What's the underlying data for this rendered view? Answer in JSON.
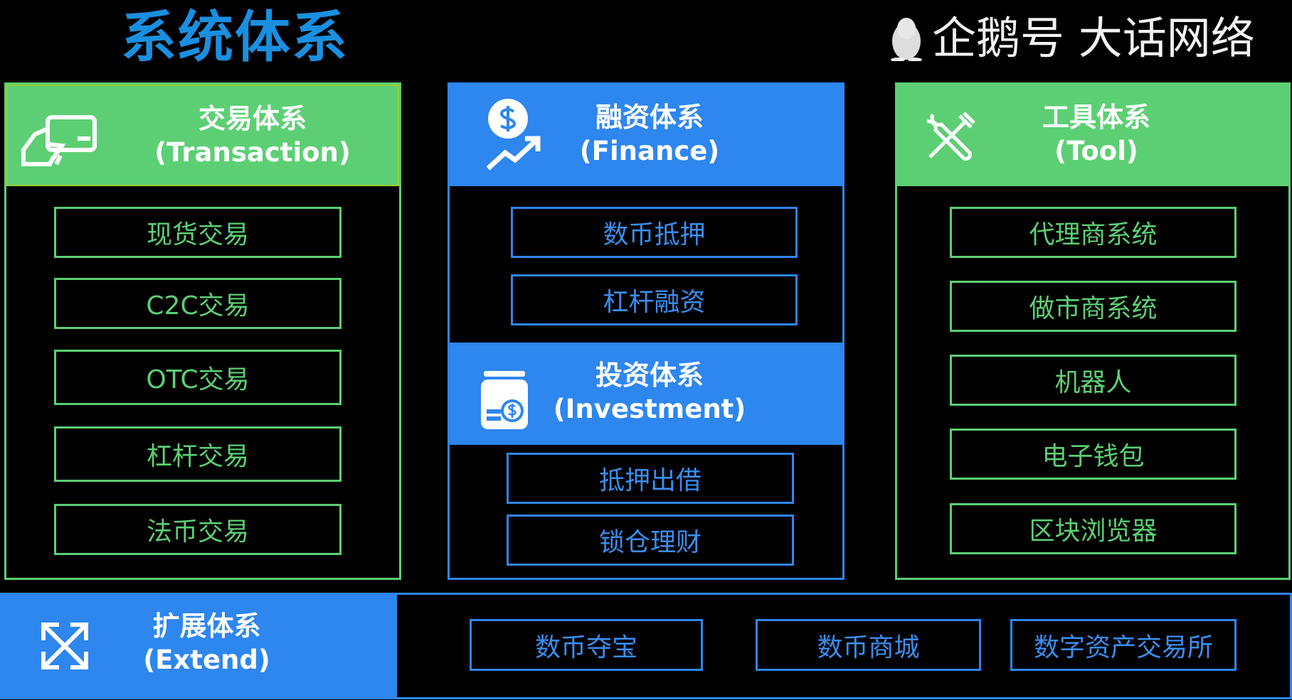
{
  "title": "系统体系",
  "colors": {
    "green": "#5ccf74",
    "blue": "#2e86ef",
    "title": "#1a8fe0"
  },
  "transaction": {
    "title_zh": "交易体系",
    "title_en": "(Transaction)",
    "icon": "card-in-hand-icon",
    "items": [
      "现货交易",
      "C2C交易",
      "OTC交易",
      "杠杆交易",
      "法币交易"
    ]
  },
  "finance": {
    "title_zh": "融资体系",
    "title_en": "(Finance)",
    "icon": "dollar-growth-icon",
    "items": [
      "数币抵押",
      "杠杆融资"
    ]
  },
  "investment": {
    "title_zh": "投资体系",
    "title_en": "(Investment)",
    "icon": "coin-jar-icon",
    "items": [
      "抵押出借",
      "锁仓理财"
    ]
  },
  "tool": {
    "title_zh": "工具体系",
    "title_en": "(Tool)",
    "icon": "tools-icon",
    "items": [
      "代理商系统",
      "做市商系统",
      "机器人",
      "电子钱包",
      "区块浏览器"
    ]
  },
  "extend": {
    "title_zh": "扩展体系",
    "title_en": "(Extend)",
    "icon": "expand-arrows-icon",
    "items": [
      "数币夺宝",
      "数币商城",
      "数字资产交易所"
    ]
  },
  "watermark": "企鹅号 大话网络"
}
